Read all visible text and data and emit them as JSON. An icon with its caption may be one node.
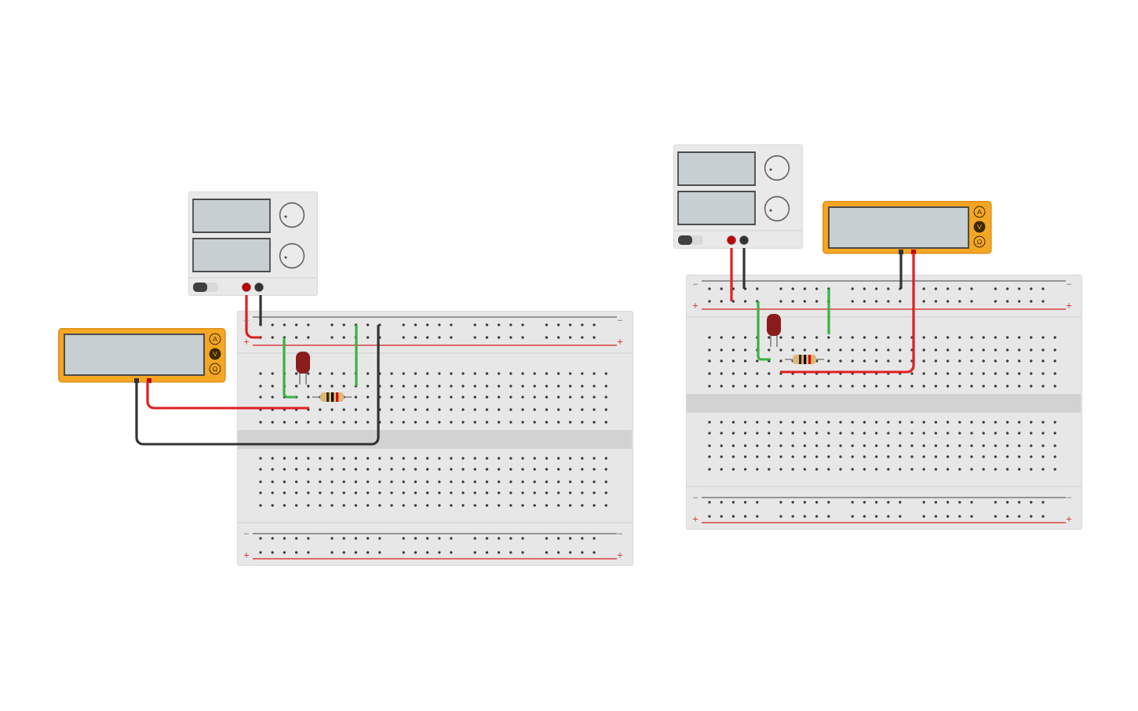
{
  "diagram": {
    "nodes": [
      {
        "text": [],
        "shape": "picture"
      },
      {
        "text": [],
        "shape": "picture"
      },
      {
        "text": [],
        "shape": "picture"
      },
      {
        "text": [],
        "shape": "picture"
      },
      {
        "text": [],
        "shape": "picture"
      },
      {
        "text": [],
        "shape": "picture"
      }
    ],
    "edges": [
      {
        "from": 0,
        "to": 2,
        "arrow": "none",
        "color": "#e02020"
      },
      {
        "from": 0,
        "to": 2,
        "arrow": "none",
        "color": "#333333"
      },
      {
        "from": 1,
        "to": 2,
        "arrow": "none",
        "color": "#333333"
      },
      {
        "from": 1,
        "to": 2,
        "arrow": "none",
        "color": "#e02020"
      },
      {
        "from": 3,
        "to": 5,
        "arrow": "none",
        "color": "#e02020"
      },
      {
        "from": 3,
        "to": 5,
        "arrow": "none",
        "color": "#333333"
      },
      {
        "from": 4,
        "to": 5,
        "arrow": "none",
        "color": "#333333"
      },
      {
        "from": 4,
        "to": 5,
        "arrow": "none",
        "color": "#e02020"
      }
    ],
    "labels": [
      "A",
      "V",
      "Ω",
      "−",
      "−",
      "+",
      "+",
      "−",
      "−",
      "+",
      "+",
      "A",
      "V",
      "Ω",
      "−",
      "−",
      "+",
      "+",
      "−",
      "−",
      "+",
      "+"
    ]
  }
}
